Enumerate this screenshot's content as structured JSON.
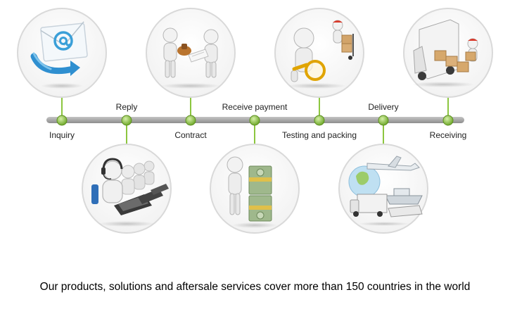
{
  "steps": [
    {
      "label": "Inquiry",
      "icon": "email-icon"
    },
    {
      "label": "Reply",
      "icon": "call-center-icon"
    },
    {
      "label": "Contract",
      "icon": "handshake-contract-icon"
    },
    {
      "label": "Receive payment",
      "icon": "money-stack-icon"
    },
    {
      "label": "Testing and packing",
      "icon": "magnifier-inspection-icon"
    },
    {
      "label": "Delivery",
      "icon": "transport-vehicles-icon"
    },
    {
      "label": "Receiving",
      "icon": "delivery-truck-icon"
    }
  ],
  "footer": {
    "text": "Our products, solutions and aftersale services cover more than 150 countries in the world"
  },
  "colors": {
    "timeline_bar": "#a6a6a6",
    "node_green": "#8cc63f",
    "circle_border": "#d9d9d9"
  }
}
